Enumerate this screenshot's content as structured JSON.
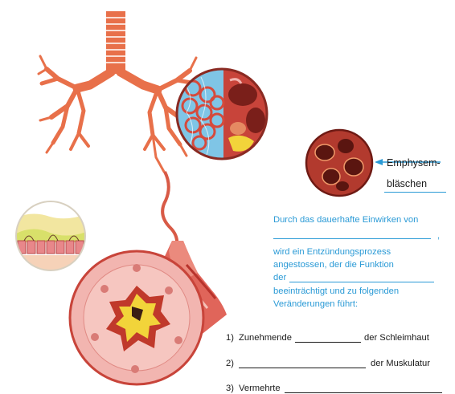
{
  "labels": {
    "emphysem_line1": "Emphysem-",
    "emphysem_line2": "bläschen"
  },
  "text": {
    "line1": "Durch das dauerhafte Einwirken von",
    "comma": ",",
    "line3": "wird ein Entzündungsprozess",
    "line4": "angestossen, der die Funktion",
    "line5": "der",
    "line6": "beeinträchtigt und zu folgenden",
    "line7": "Veränderungen führt:"
  },
  "items": [
    {
      "num": "1)",
      "before": "Zunehmende",
      "after": "der Schleimhaut"
    },
    {
      "num": "2)",
      "before": "",
      "after": "der Muskulatur"
    },
    {
      "num": "3)",
      "before": "Vermehrte",
      "after": ""
    }
  ],
  "colors": {
    "accent": "#2a9ad6",
    "airway": "#e8704a",
    "tissue_pink": "#f2b5b0",
    "tissue_red": "#c8443a",
    "mucus_yellow": "#f2d43a"
  }
}
